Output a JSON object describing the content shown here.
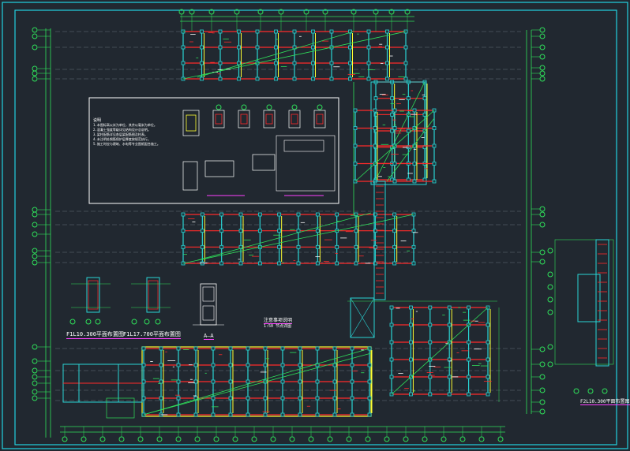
{
  "sheet": {
    "background": "#212830",
    "frame_color": "#22d3e0",
    "grid_color": "#2fe05a",
    "beam_color": "#ff2a2a",
    "column_color": "#29d4d4",
    "highlight_color": "#ffff33",
    "text_color": "#ffffff",
    "label_underline_color": "#ff40ff"
  },
  "labels": {
    "plan_title_1": "F1L10.300平面布置图",
    "plan_title_2": "F1L17.700平面布置图",
    "plan_title_3": "F2L10.300平面布置图",
    "section_aa": "A—A",
    "note_title": "注意事项说明",
    "note_sub": "1:50 节点详图"
  },
  "notes": {
    "heading": "说明",
    "lines": [
      "1.本图标高以米为单位，其余以毫米为单位。",
      "2.混凝土强度等级详见结构设计总说明。",
      "3.梁柱配筋详见各层梁配筋图及柱表。",
      "4.未注明处钢筋保护层厚度按规范执行。",
      "5.施工时应与建筑、水电等专业图纸配合施工。"
    ]
  }
}
